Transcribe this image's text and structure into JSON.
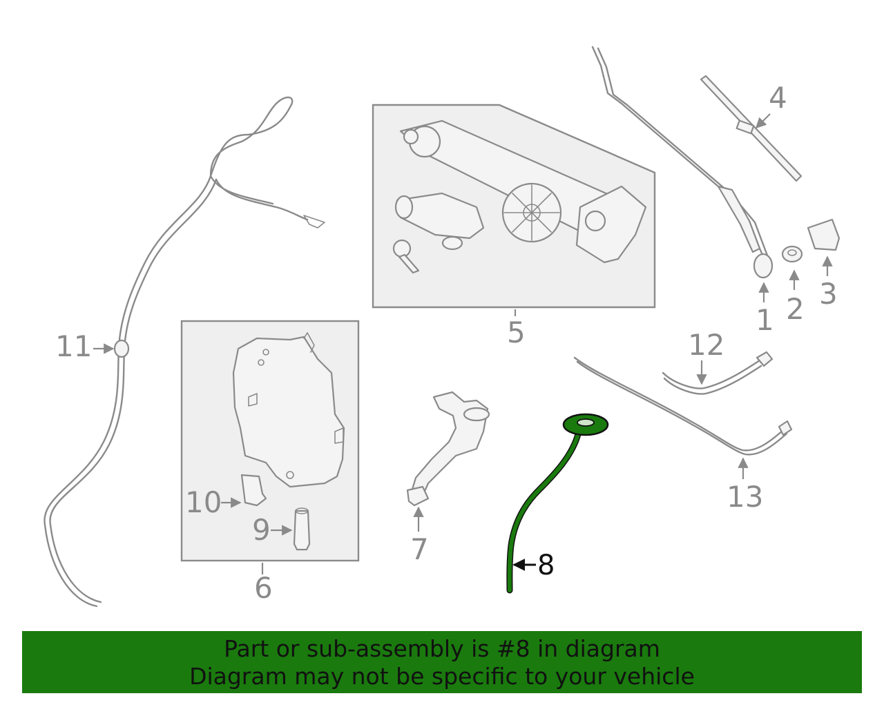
{
  "callouts": {
    "c1": "1",
    "c2": "2",
    "c3": "3",
    "c4": "4",
    "c5": "5",
    "c6": "6",
    "c7": "7",
    "c8": "8",
    "c9": "9",
    "c10": "10",
    "c11": "11",
    "c12": "12",
    "c13": "13"
  },
  "banner": {
    "line1": "Part or sub-assembly is #8 in diagram",
    "line2": "Diagram may not be specific to your vehicle"
  },
  "colors": {
    "highlight": "#1a7a0e",
    "banner_bg": "#1a7a0e",
    "line_art": "#8a8a8a"
  }
}
